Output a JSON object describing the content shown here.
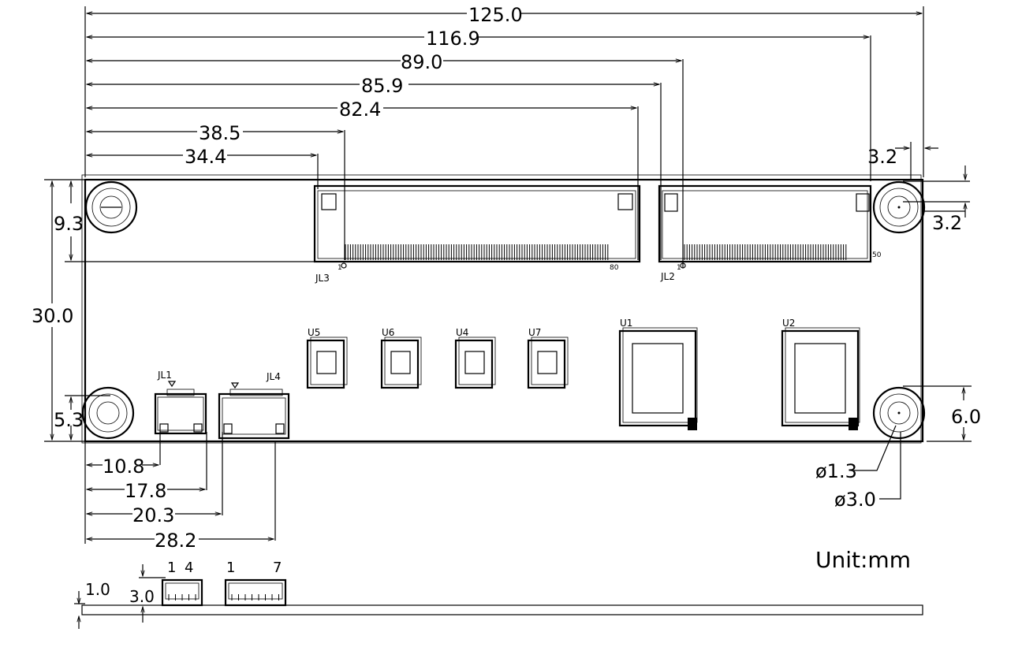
{
  "dimensions": {
    "d125": "125.0",
    "d1169": "116.9",
    "d890": "89.0",
    "d859": "85.9",
    "d824": "82.4",
    "d385": "38.5",
    "d344": "34.4",
    "d32_top": "3.2",
    "d32_right": "3.2",
    "d93": "9.3",
    "d300": "30.0",
    "d53": "5.3",
    "d60": "6.0",
    "d108": "10.8",
    "d178": "17.8",
    "d203": "20.3",
    "d282": "28.2",
    "hole_small": "ø1.3",
    "hole_large": "ø3.0",
    "side_10": "1.0",
    "side_30": "3.0"
  },
  "connectors": {
    "jl3": "JL3",
    "jl2": "JL2",
    "jl1": "JL1",
    "jl4": "JL4",
    "jl3_pin1": "1",
    "jl3_pin80": "80",
    "jl2_pin1": "1",
    "jl2_pin50": "50",
    "side_pin_1a": "1",
    "side_pin_4": "4",
    "side_pin_1b": "1",
    "side_pin_7": "7"
  },
  "chips": {
    "u5": "U5",
    "u6": "U6",
    "u4": "U4",
    "u7": "U7",
    "u1": "U1",
    "u2": "U2"
  },
  "unit_label": "Unit:mm"
}
